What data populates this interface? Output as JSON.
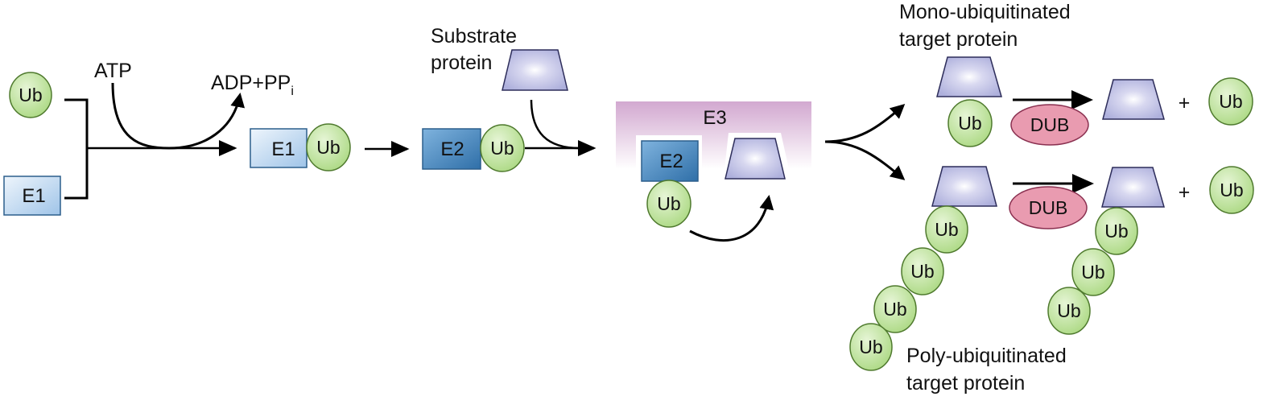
{
  "labels": {
    "atp": "ATP",
    "adp": "ADP+PP",
    "adp_sub": "i",
    "substrate_l1": "Substrate",
    "substrate_l2": "protein",
    "mono_l1": "Mono-ubiquitinated",
    "mono_l2": "target protein",
    "poly_l1": "Poly-ubiquitinated",
    "poly_l2": "target protein",
    "e3": "E3",
    "plus": "+"
  },
  "molecules": {
    "ub": "Ub",
    "e1": "E1",
    "e2": "E2",
    "dub": "DUB"
  },
  "colors": {
    "ub_fill": "#c3e5a2",
    "ub_stroke": "#4f7a2e",
    "e1_fill": "#c9dff4",
    "e2_fill": "#4a8dc4",
    "enzyme_stroke": "#2c5f8c",
    "substrate_fill": "#b9b9e1",
    "substrate_stroke": "#2d2d5a",
    "dub_fill": "#e99bb0",
    "dub_stroke": "#8a3050",
    "e3_fill": "#d7afd5",
    "arrow": "#000000"
  }
}
